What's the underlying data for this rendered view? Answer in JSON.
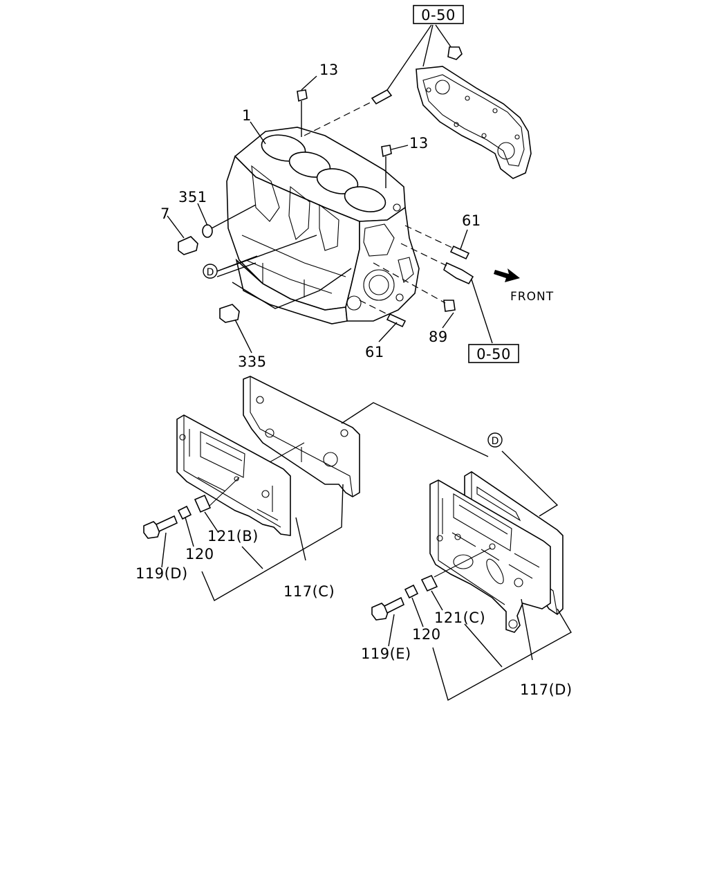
{
  "ref_labels": {
    "top_ref": "0-50",
    "right_ref": "0-50"
  },
  "part_labels": {
    "p1": "1",
    "p13_top": "13",
    "p13_right": "13",
    "p351": "351",
    "p7": "7",
    "p61_right": "61",
    "p61_bottom": "61",
    "p89": "89",
    "p335": "335",
    "p121b": "121(B)",
    "p120_left": "120",
    "p119d": "119(D)",
    "p117c": "117(C)",
    "p121c": "121(C)",
    "p120_right": "120",
    "p119e": "119(E)",
    "p117d": "117(D)"
  },
  "callout_marker": {
    "letter": "D"
  },
  "front_label": "FRONT"
}
